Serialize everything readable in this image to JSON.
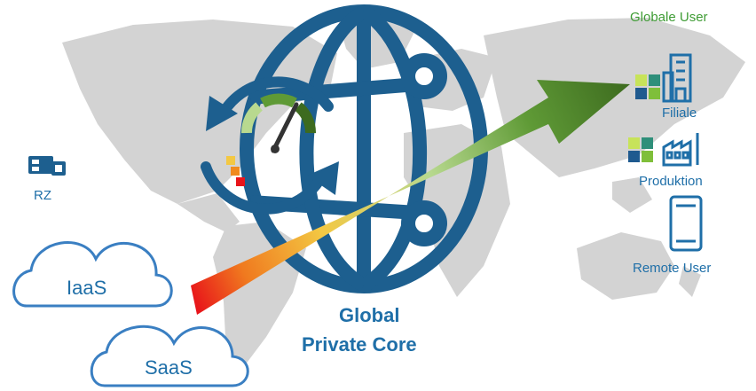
{
  "colors": {
    "accent_blue": "#1f6fa8",
    "globe_blue": "#1d5f8f",
    "cloud_blue": "#3a7fc2",
    "globale_green": "#3f9c35",
    "map_grey": "#cfcfcf",
    "arrow_start": "#e8141a",
    "arrow_mid_yellow": "#f3c843",
    "arrow_mid_green": "#b8d98f",
    "arrow_end": "#3d6b1f"
  },
  "labels": {
    "globale_user": "Globale User",
    "filiale": "Filiale",
    "produktion": "Produktion",
    "remote_user": "Remote User",
    "rz": "RZ",
    "iaas": "IaaS",
    "saas": "SaaS",
    "core_line1": "Global",
    "core_line2": "Private Core"
  },
  "icons": [
    "world-map-icon",
    "globe-icon",
    "refresh-cycle-icon",
    "performance-gauge-icon",
    "growth-arrow-icon",
    "cloud-icon",
    "data-center-icon",
    "office-building-icon",
    "factory-icon",
    "smartphone-icon",
    "square-tiles-logo-icon"
  ]
}
